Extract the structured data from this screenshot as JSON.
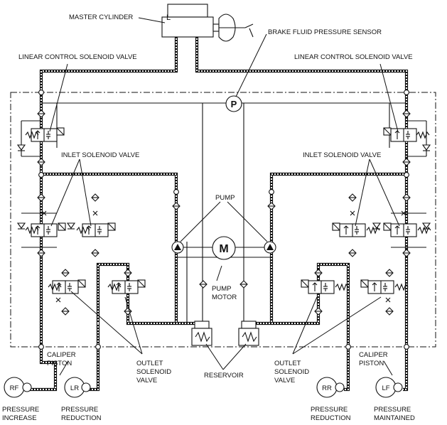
{
  "labels": {
    "master_cylinder": "MASTER CYLINDER",
    "brake_fluid_pressure_sensor": "BRAKE FLUID PRESSURE SENSOR",
    "linear_control_left": "LINEAR CONTROL SOLENOID VALVE",
    "linear_control_right": "LINEAR CONTROL SOLENOID VALVE",
    "inlet_left": "INLET SOLENOID VALVE",
    "inlet_right": "INLET SOLENOID VALVE",
    "pump": "PUMP",
    "pump_motor_line1": "PUMP",
    "pump_motor_line2": "MOTOR",
    "motor_symbol": "M",
    "pressure_sensor_symbol": "P",
    "caliper_left_line1": "CALIPER",
    "caliper_left_line2": "PISTON",
    "caliper_right_line1": "CALIPER",
    "caliper_right_line2": "PISTON",
    "outlet_left_line1": "OUTLET",
    "outlet_left_line2": "SOLENOID",
    "outlet_left_line3": "VALVE",
    "outlet_right_line1": "OUTLET",
    "outlet_right_line2": "SOLENOID",
    "outlet_right_line3": "VALVE",
    "reservoir": "RESERVOIR"
  },
  "wheels": {
    "rf": "RF",
    "lr": "LR",
    "rr": "RR",
    "lf": "LF"
  },
  "states": {
    "rf_line1": "PRESSURE",
    "rf_line2": "INCREASE",
    "lr_line1": "PRESSURE",
    "lr_line2": "REDUCTION",
    "rr_line1": "PRESSURE",
    "rr_line2": "REDUCTION",
    "lf_line1": "PRESSURE",
    "lf_line2": "MAINTAINED"
  }
}
